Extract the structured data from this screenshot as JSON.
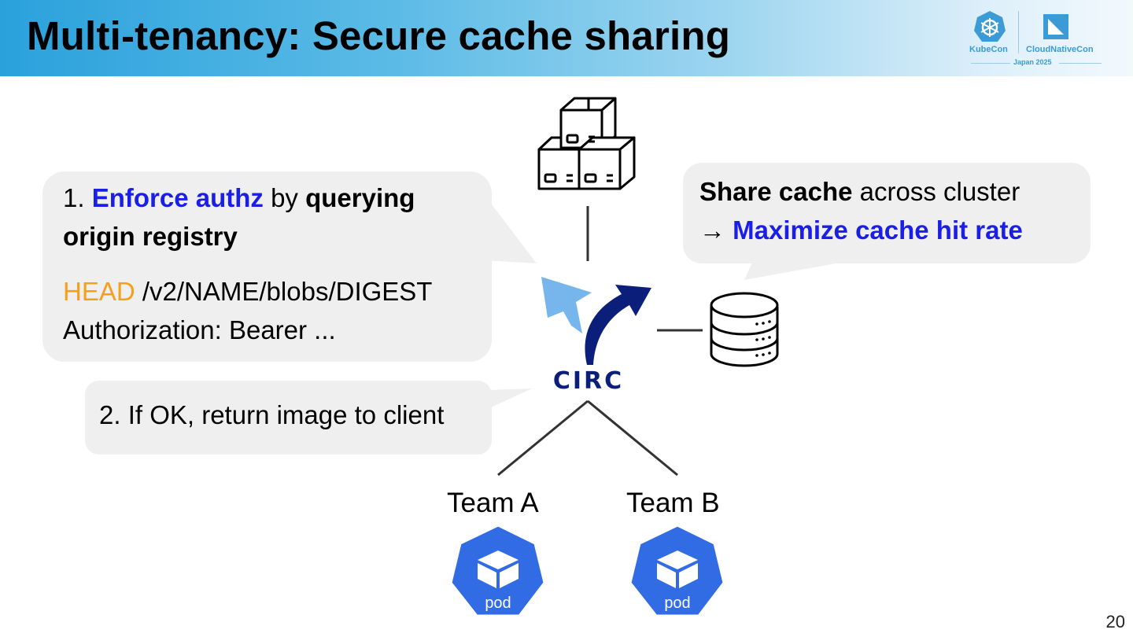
{
  "title": "Multi-tenancy: Secure cache sharing",
  "logo": {
    "left": "KubeCon",
    "right": "CloudNativeCon",
    "sub": "Japan 2025"
  },
  "bubble1": {
    "prefix": "1. ",
    "highlight": "Enforce authz",
    "middle": " by ",
    "bold_end": "querying",
    "line2": "origin registry",
    "method": "HEAD",
    "path": " /v2/NAME/blobs/DIGEST",
    "auth": "Authorization: Bearer ..."
  },
  "bubble2": {
    "text": "2. If OK, return image to client"
  },
  "bubble3": {
    "bold": "Share cache",
    "rest": " across cluster",
    "arrow": "→ ",
    "highlight": "Maximize cache hit rate"
  },
  "circ_label": "CIRC",
  "teams": [
    {
      "name": "Team A",
      "pod_label": "pod"
    },
    {
      "name": "Team B",
      "pod_label": "pod"
    }
  ],
  "page_number": "20",
  "colors": {
    "accent_blue": "#1a1ee6",
    "header_start": "#2aa1dc",
    "pod_blue": "#326ce5",
    "circ_navy": "#0b1f7a",
    "head_orange": "#f5a01a",
    "bubble_bg": "#efefef"
  },
  "icons": [
    "boxes-icon",
    "database-icon",
    "circ-logo",
    "pod-icon",
    "kubecon-icon",
    "cloudnativecon-icon"
  ]
}
